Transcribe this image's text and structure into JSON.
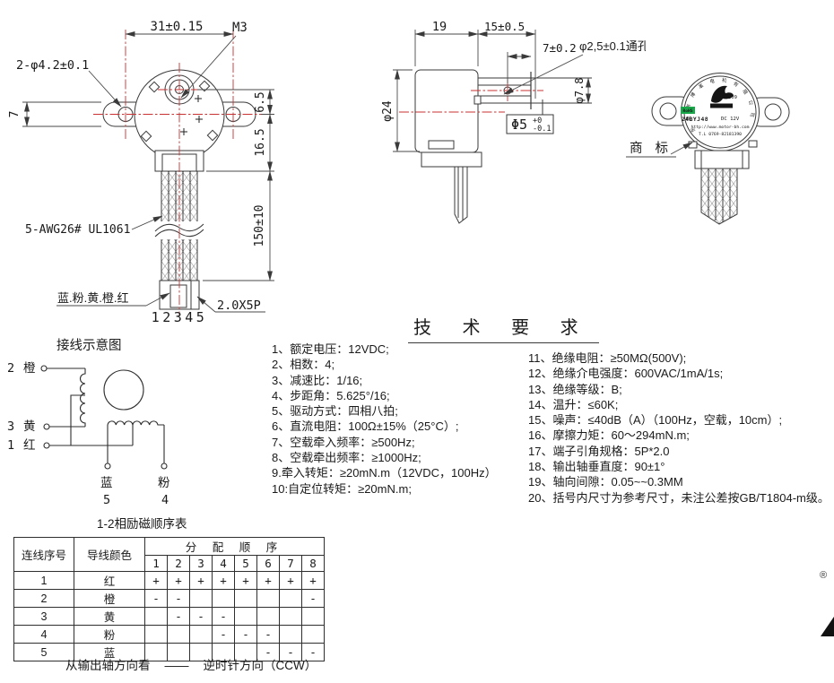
{
  "colors": {
    "line": "#3a3a3a",
    "center_red": "#c83232",
    "green": "#18a84a"
  },
  "front_view": {
    "dim_hole_span": "31±0.15",
    "thread": "M3",
    "holes_label": "2-φ4.2±0.1",
    "dim_ear": "7",
    "dim_boss": "6.5",
    "dim_body": "16.5",
    "dim_wire": "150±10",
    "wire_spec": "5-AWG26# UL1061",
    "wire_colors": "蓝.粉.黄.橙.红",
    "connector": "2.0X5P",
    "pins": "12345"
  },
  "side_view": {
    "dim_depth": "19",
    "dim_ear": "15±0.5",
    "dim_hole_offset": "7±0.2",
    "hole_label": "φ2,5±0.1通孔",
    "dim_dia": "φ24",
    "dim_boss_dia": "φ7.8",
    "shaft_label": "Φ5",
    "shaft_tol_top": "+0",
    "shaft_tol_bottom": "-0.1"
  },
  "back_view": {
    "label": "商 标",
    "sticker": {
      "company": "东莞市博革电机有限公司",
      "code": "209",
      "rohs": "RoHS",
      "model": "24BYJ48",
      "voltage": "DC 12V",
      "website": "http://www.motor-bh.com",
      "phone": "T.L 0769-82181390"
    }
  },
  "tech": {
    "title": "技 术 要 求",
    "left": [
      "1、额定电压：12VDC;",
      "2、相数：4;",
      "3、减速比：1/16;",
      "4、步距角：5.625°/16;",
      "5、驱动方式：四相八拍;",
      "6、直流电阻：100Ω±15%（25°C）;",
      "7、空载牵入频率：≥500Hz;",
      "8、空载牵出频率：≥1000Hz;",
      "9.牵入转矩：≥20mN.m（12VDC，100Hz）",
      "10:自定位转矩：≥20mN.m;"
    ],
    "right": [
      "11、绝缘电阻：≥50MΩ(500V);",
      "12、绝缘介电强度：600VAC/1mA/1s;",
      "13、绝缘等级：B;",
      "14、温升：≤60K;",
      "15、噪声：≤40dB（A）（100Hz，空载，10cm）;",
      "16、摩擦力矩：60～294mN.m;",
      "17、端子引角规格：5P*2.0",
      "18、输出轴垂直度：90±1°",
      "19、轴向间隙：0.05~~0.3MM",
      "20、括号内尺寸为参考尺寸，未注公差按GB/T1804-m级。"
    ]
  },
  "wiring": {
    "title": "接线示意图",
    "term2_no": "2",
    "term2_color": "橙",
    "term3_no": "3",
    "term3_color": "黄",
    "term1_no": "1",
    "term1_color": "红",
    "term5_color": "蓝",
    "term5_no": "5",
    "term4_color": "粉",
    "term4_no": "4",
    "subtitle": "1-2相励磁顺序表"
  },
  "table": {
    "header_no": "连线序号",
    "header_color": "导线颜色",
    "header_seq": "分 配 顺 序",
    "steps": [
      "1",
      "2",
      "3",
      "4",
      "5",
      "6",
      "7",
      "8"
    ],
    "rows": [
      {
        "no": "1",
        "color": "红",
        "cells": [
          "+",
          "+",
          "+",
          "+",
          "+",
          "+",
          "+",
          "+"
        ]
      },
      {
        "no": "2",
        "color": "橙",
        "cells": [
          "-",
          "-",
          "",
          "",
          "",
          "",
          "",
          "-"
        ]
      },
      {
        "no": "3",
        "color": "黄",
        "cells": [
          "",
          "-",
          "-",
          "-",
          "",
          "",
          "",
          ""
        ]
      },
      {
        "no": "4",
        "color": "粉",
        "cells": [
          "",
          "",
          "",
          "-",
          "-",
          "-",
          "",
          ""
        ]
      },
      {
        "no": "5",
        "color": "蓝",
        "cells": [
          "",
          "",
          "",
          "",
          "",
          "-",
          "-",
          "-"
        ]
      }
    ],
    "note_left": "从输出轴方向看",
    "note_dash": "——",
    "note_right": "逆时针方向（CCW）"
  },
  "misc": {
    "registered": "®"
  }
}
